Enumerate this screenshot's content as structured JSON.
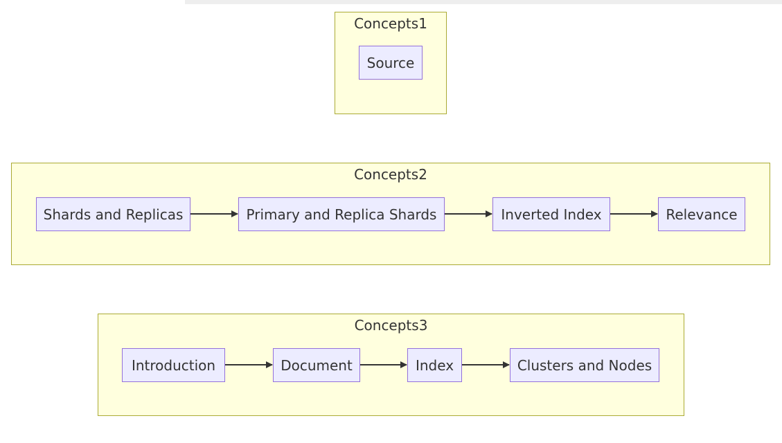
{
  "colors": {
    "cluster_fill": "#ffffde",
    "cluster_stroke": "#aaaa33",
    "node_fill": "#ececff",
    "node_stroke": "#9370db",
    "edge": "#333333",
    "text": "#333333"
  },
  "clusters": [
    {
      "id": "concepts1",
      "title": "Concepts1",
      "nodes": [
        {
          "label": "Source"
        }
      ]
    },
    {
      "id": "concepts2",
      "title": "Concepts2",
      "nodes": [
        {
          "label": "Shards and Replicas"
        },
        {
          "label": "Primary and Replica Shards"
        },
        {
          "label": "Inverted Index"
        },
        {
          "label": "Relevance"
        }
      ]
    },
    {
      "id": "concepts3",
      "title": "Concepts3",
      "nodes": [
        {
          "label": "Introduction"
        },
        {
          "label": "Document"
        },
        {
          "label": "Index"
        },
        {
          "label": "Clusters and Nodes"
        }
      ]
    }
  ],
  "edges": [
    {
      "from": "Shards and Replicas",
      "to": "Primary and Replica Shards"
    },
    {
      "from": "Primary and Replica Shards",
      "to": "Inverted Index"
    },
    {
      "from": "Inverted Index",
      "to": "Relevance"
    },
    {
      "from": "Introduction",
      "to": "Document"
    },
    {
      "from": "Document",
      "to": "Index"
    },
    {
      "from": "Index",
      "to": "Clusters and Nodes"
    }
  ]
}
